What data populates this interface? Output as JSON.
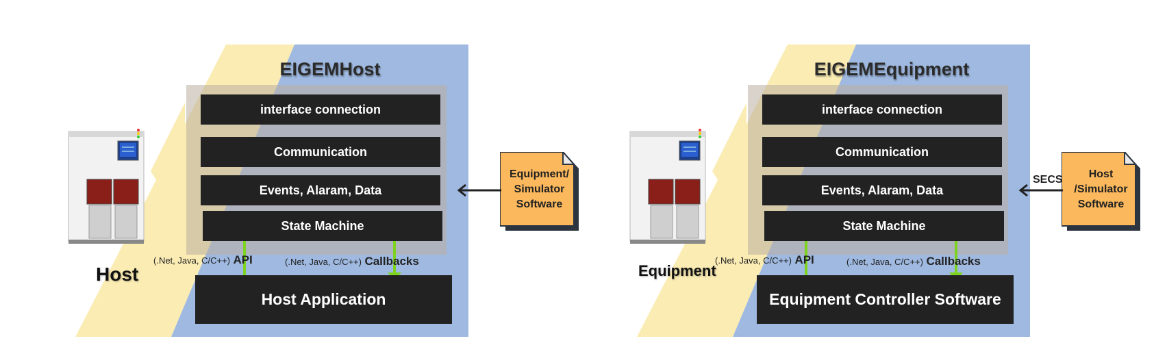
{
  "colors": {
    "yellow_band": "#fbecb4",
    "blue_band": "#9fb9e0",
    "layer_fill": "#222222",
    "connector": "#7ed321",
    "document": "#fbb85c"
  },
  "left": {
    "title": "EIGEMHost",
    "layers": [
      "interface connection",
      "Communication",
      "Events, Alaram, Data",
      "State Machine"
    ],
    "api": {
      "lang": "(.Net, Java, C/C++)",
      "label": "API"
    },
    "callbacks": {
      "lang": "(.Net, Java, C/C++)",
      "label": "Callbacks"
    },
    "app": "Host Application",
    "device_label": "Host",
    "device_icon": "semiconductor-tool-icon",
    "doc_lines": [
      "Equipment/",
      "Simulator",
      "Software"
    ],
    "arrow_label": ""
  },
  "right": {
    "title": "EIGEMEquipment",
    "layers": [
      "interface connection",
      "Communication",
      "Events, Alaram, Data",
      "State Machine"
    ],
    "api": {
      "lang": "(.Net, Java, C/C++)",
      "label": "API"
    },
    "callbacks": {
      "lang": "(.Net, Java, C/C++)",
      "label": "Callbacks"
    },
    "app": "Equipment Controller Software",
    "device_label": "Equipment",
    "device_icon": "semiconductor-tool-icon",
    "doc_lines": [
      "Host",
      "/Simulator",
      "Software"
    ],
    "arrow_label": "SECS"
  }
}
